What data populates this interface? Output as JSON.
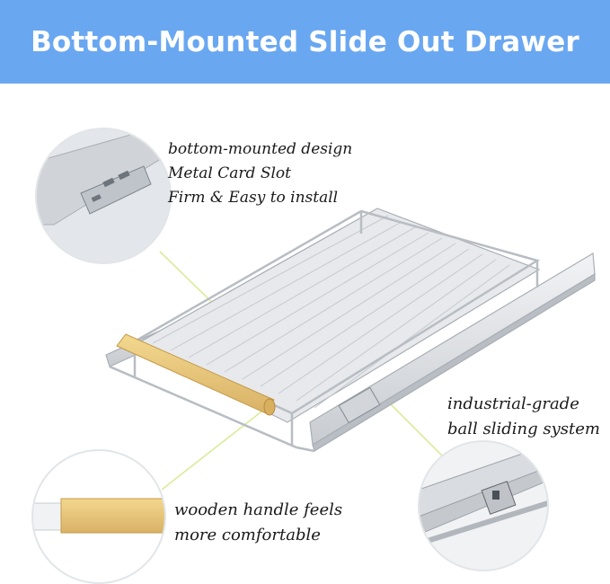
{
  "banner": {
    "title": "Bottom-Mounted Slide Out Drawer",
    "background_color": "#6aa7f1",
    "text_color": "#ffffff"
  },
  "callouts": {
    "card_slot": {
      "lines": [
        "bottom-mounted design",
        "Metal Card Slot",
        "Firm & Easy to install"
      ],
      "icon": "metal-card-slot-detail"
    },
    "sliding_system": {
      "lines": [
        "industrial-grade",
        "ball sliding system"
      ],
      "icon": "ball-slide-rail-detail"
    },
    "handle": {
      "lines": [
        "wooden handle feels",
        "more comfortable"
      ],
      "icon": "wooden-handle-detail"
    }
  },
  "colors": {
    "metal": "#cfd3d8",
    "metal_dark": "#9aa0a7",
    "wood": "#e9c77a"
  }
}
